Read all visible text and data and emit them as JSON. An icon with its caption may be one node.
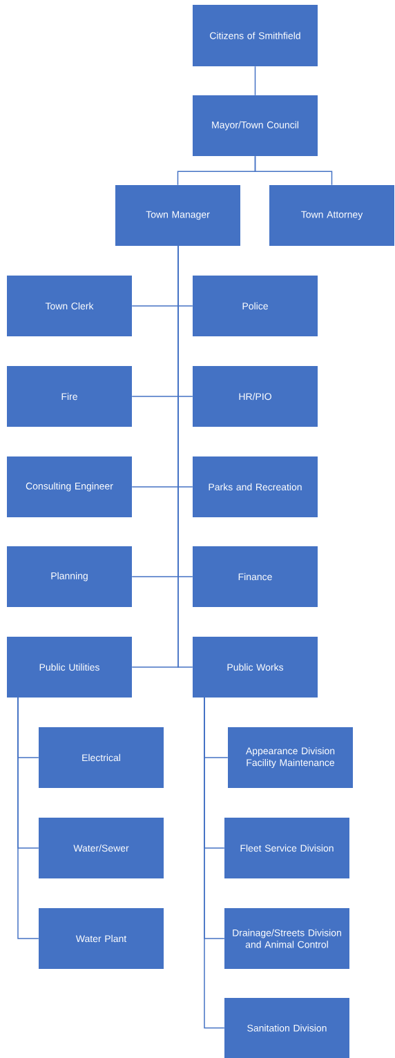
{
  "diagram": {
    "nodes": [
      {
        "text": [
          "Citizens of Smithfield"
        ]
      },
      {
        "text": [
          "Mayor/Town Council"
        ]
      },
      {
        "text": [
          "Town Manager"
        ]
      },
      {
        "text": [
          "Town Attorney"
        ]
      },
      {
        "text": [
          "Town Clerk"
        ]
      },
      {
        "text": [
          "Police"
        ]
      },
      {
        "text": [
          "Fire"
        ]
      },
      {
        "text": [
          "HR/PIO"
        ]
      },
      {
        "text": [
          "Consulting Engineer"
        ]
      },
      {
        "text": [
          "Parks and Recreation"
        ]
      },
      {
        "text": [
          "Planning"
        ]
      },
      {
        "text": [
          "Finance"
        ]
      },
      {
        "text": [
          "Public Utilities"
        ]
      },
      {
        "text": [
          "Public Works"
        ]
      },
      {
        "text": [
          "Electrical"
        ]
      },
      {
        "text": [
          "Water/Sewer"
        ]
      },
      {
        "text": [
          "Water Plant"
        ]
      },
      {
        "text": [
          "Appearance Division Facility Maintenance"
        ]
      },
      {
        "text": [
          "Fleet Service Division"
        ]
      },
      {
        "text": [
          "Drainage/Streets Division and Animal Control"
        ]
      },
      {
        "text": [
          "Sanitation Division"
        ]
      }
    ],
    "edges": [
      {
        "from": 0,
        "to": 1,
        "arrow": "none"
      },
      {
        "from": 1,
        "to": 2,
        "arrow": "none"
      },
      {
        "from": 1,
        "to": 3,
        "arrow": "none"
      },
      {
        "from": 2,
        "to": 4,
        "arrow": "none"
      },
      {
        "from": 2,
        "to": 5,
        "arrow": "none"
      },
      {
        "from": 2,
        "to": 6,
        "arrow": "none"
      },
      {
        "from": 2,
        "to": 7,
        "arrow": "none"
      },
      {
        "from": 2,
        "to": 8,
        "arrow": "none"
      },
      {
        "from": 2,
        "to": 9,
        "arrow": "none"
      },
      {
        "from": 2,
        "to": 10,
        "arrow": "none"
      },
      {
        "from": 2,
        "to": 11,
        "arrow": "none"
      },
      {
        "from": 2,
        "to": 12,
        "arrow": "none"
      },
      {
        "from": 2,
        "to": 13,
        "arrow": "none"
      },
      {
        "from": 12,
        "to": 14,
        "arrow": "none"
      },
      {
        "from": 12,
        "to": 15,
        "arrow": "none"
      },
      {
        "from": 12,
        "to": 16,
        "arrow": "none"
      },
      {
        "from": 13,
        "to": 17,
        "arrow": "none"
      },
      {
        "from": 13,
        "to": 18,
        "arrow": "none"
      },
      {
        "from": 13,
        "to": 19,
        "arrow": "none"
      },
      {
        "from": 13,
        "to": 20,
        "arrow": "none"
      }
    ]
  }
}
